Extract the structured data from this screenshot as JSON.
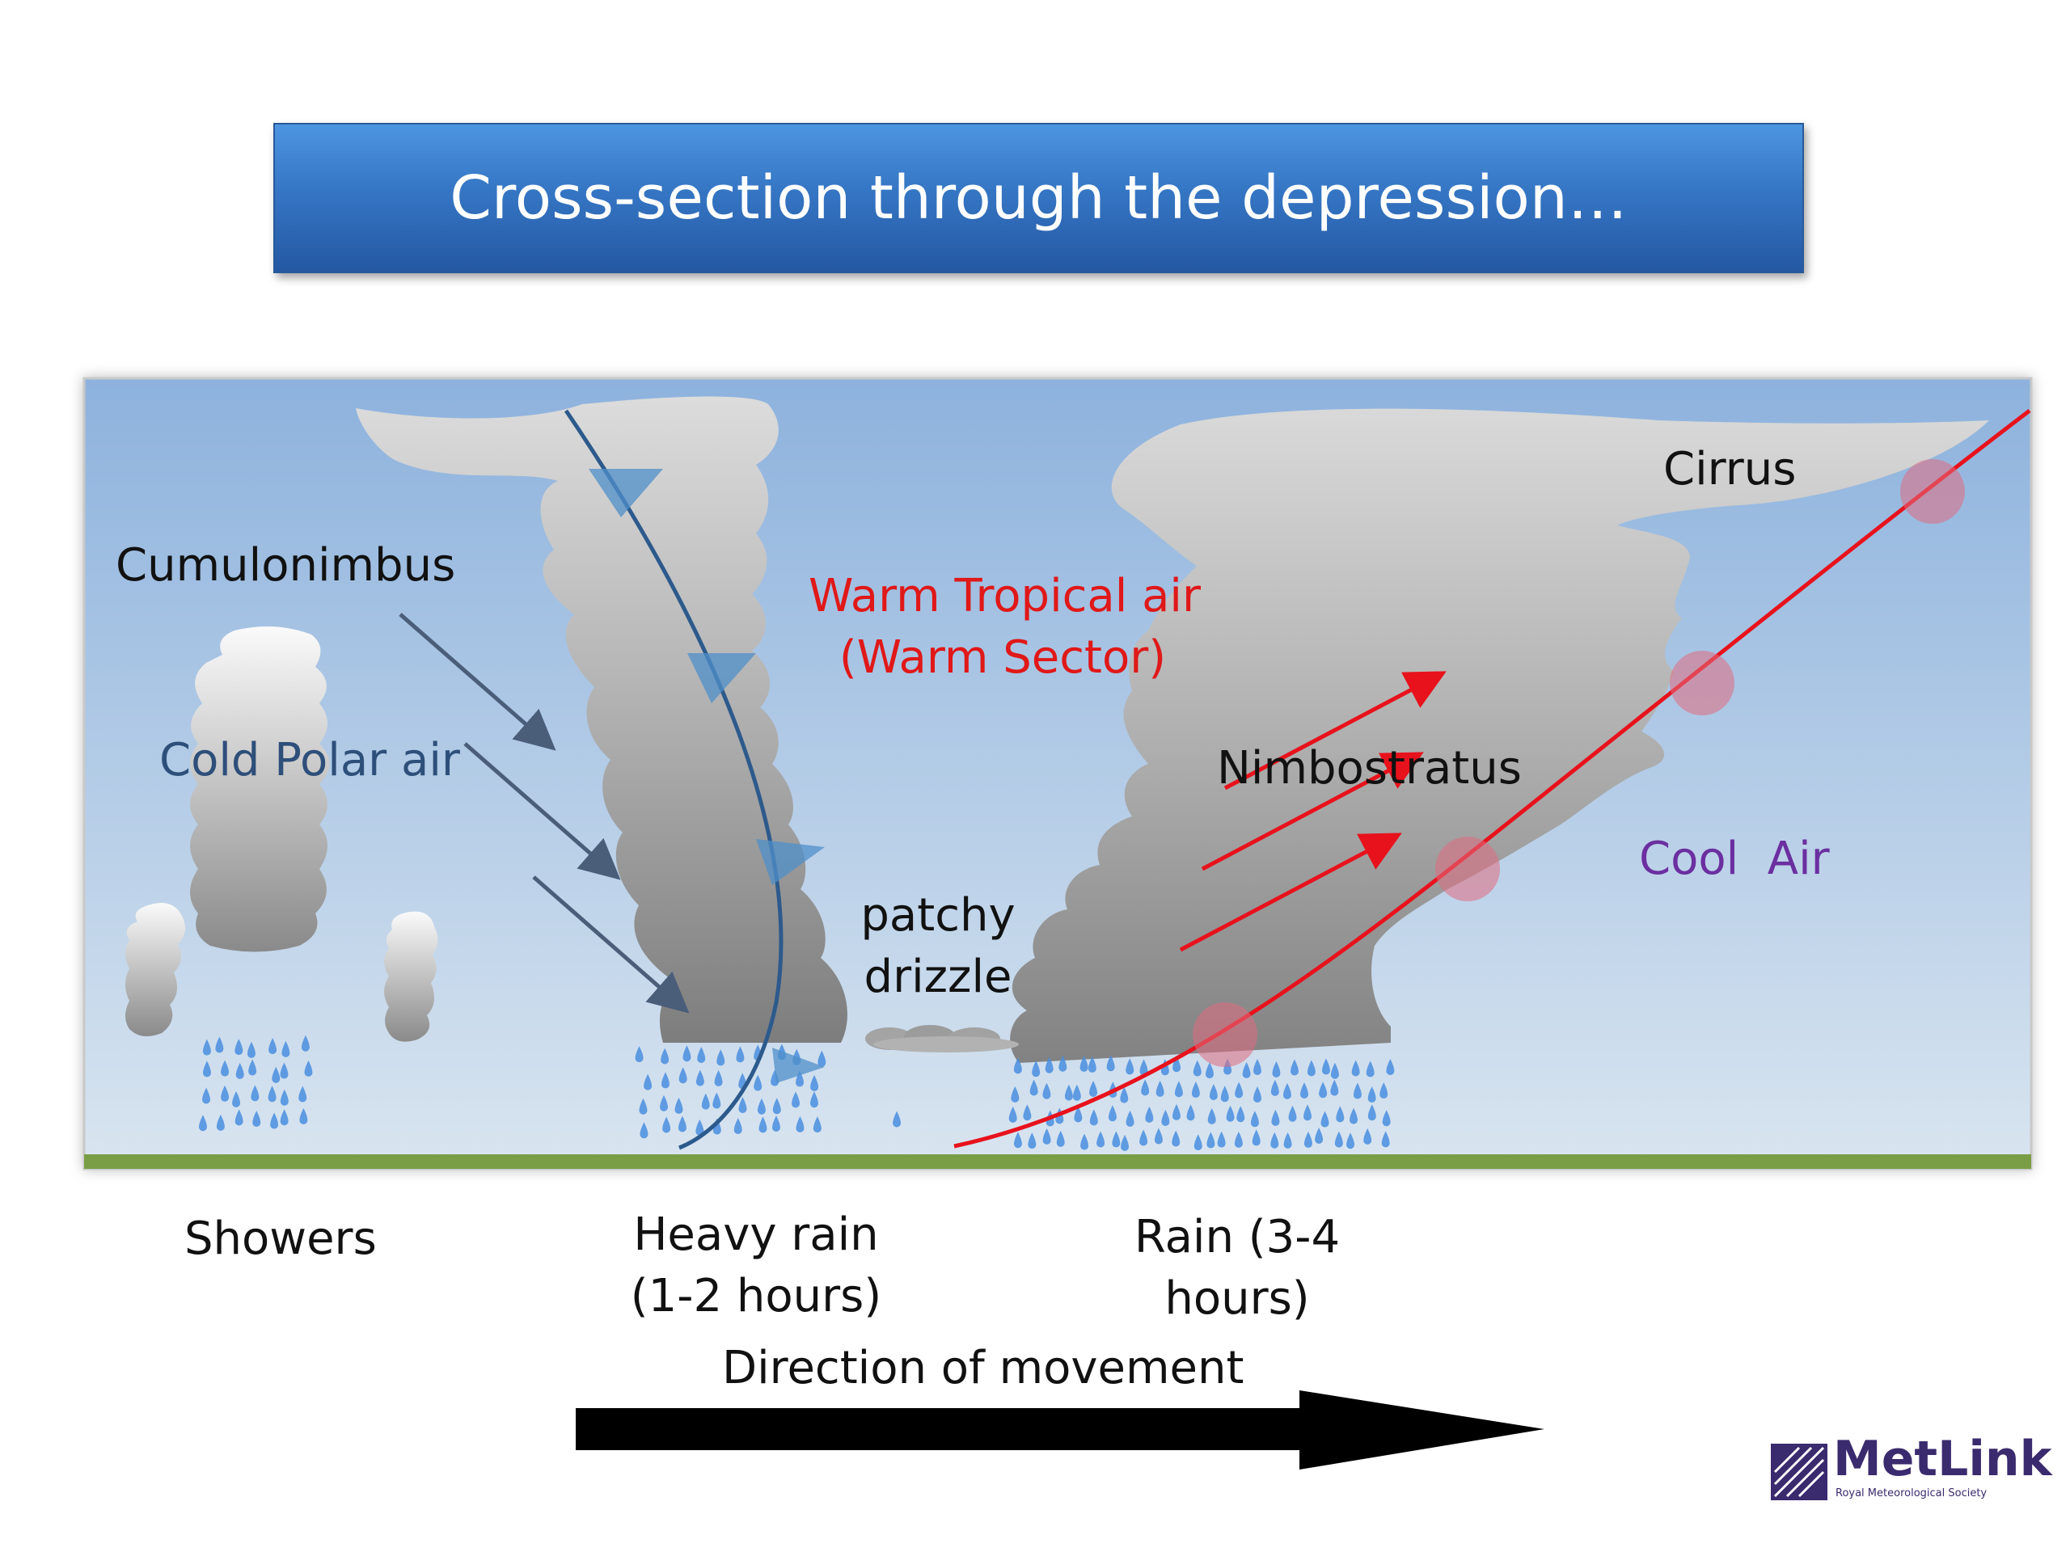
{
  "title": "Cross-section through the depression…",
  "labels": {
    "cumulonimbus": "Cumulonimbus",
    "cold_polar_air": "Cold Polar air",
    "warm_tropical_air": "Warm Tropical air",
    "warm_sector": "(Warm Sector)",
    "nimbostratus": "Nimbostratus",
    "cirrus": "Cirrus",
    "cool_air": "Cool  Air",
    "patchy": "patchy",
    "drizzle": "drizzle"
  },
  "bottom_labels": {
    "showers": "Showers",
    "heavy_rain_1": "Heavy rain",
    "heavy_rain_2": "(1-2 hours)",
    "rain_1": "Rain (3-4",
    "rain_2": "hours)",
    "direction": "Direction of movement"
  },
  "logo": {
    "name": "MetLink",
    "subtitle": "Royal Meteorological Society"
  },
  "colors": {
    "title_bar": "#3a7fcf",
    "sky_top": "#8db2dd",
    "sky_bottom": "#d7e4f0",
    "ground": "#7a9e45",
    "cold_front": "#2d5a8c",
    "warm_front": "#e8121c",
    "warm_text": "#e01818",
    "cold_text": "#2e4f7a",
    "cool_text": "#6b2fa0",
    "rain": "#4a8fe0"
  }
}
